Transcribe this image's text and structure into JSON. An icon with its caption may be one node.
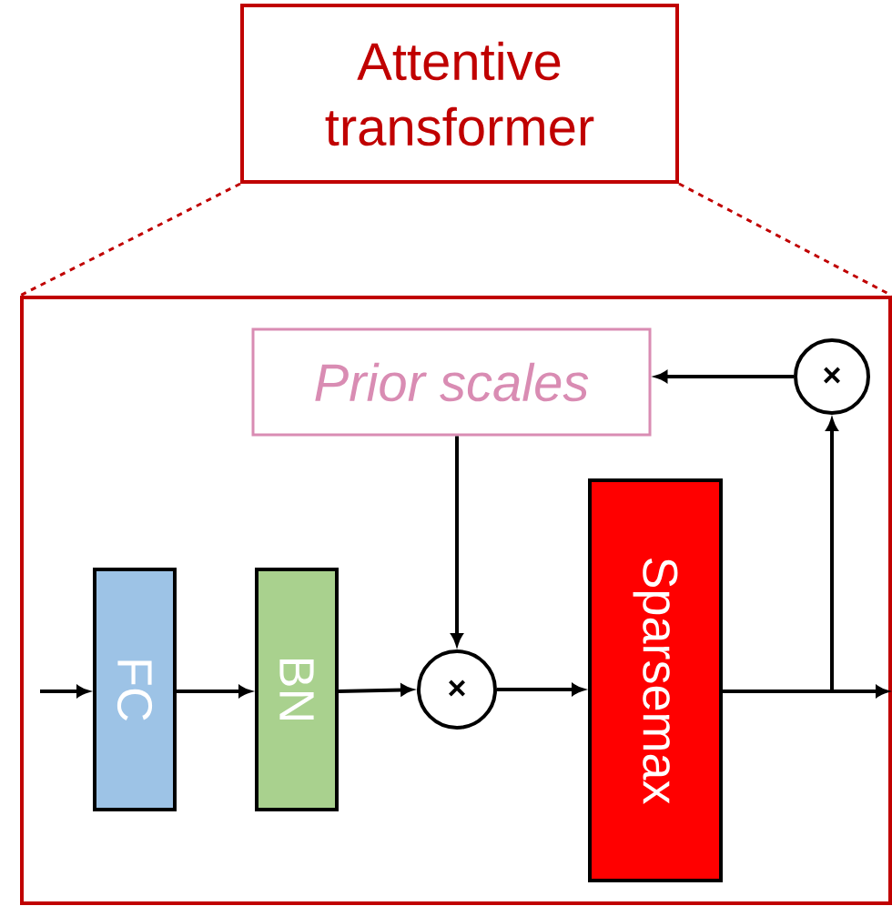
{
  "diagram": {
    "nodes": [
      {
        "text": [
          "Attentive transformer"
        ]
      },
      {
        "text": [],
        "shape": "box"
      },
      {
        "text": [
          "Prior scales"
        ],
        "in": 1
      },
      {
        "text": [
          "×"
        ],
        "in": 1
      },
      {
        "text": [
          "FC"
        ],
        "in": 1
      },
      {
        "text": [
          "BN"
        ],
        "in": 1
      },
      {
        "text": [
          "×"
        ],
        "in": 1
      },
      {
        "text": [
          "Sparsemax"
        ],
        "in": 1
      }
    ],
    "edges": [
      {
        "from": 0,
        "to": 1,
        "arrow": "none",
        "style": "dashed",
        "color": "#c00000"
      },
      {
        "from": 0,
        "to": 1,
        "arrow": "none",
        "style": "dashed",
        "color": "#c00000"
      },
      {
        "from": null,
        "to": 4,
        "arrow": "to"
      },
      {
        "from": 4,
        "to": 5,
        "arrow": "to"
      },
      {
        "from": 5,
        "to": 6,
        "arrow": "to"
      },
      {
        "from": 2,
        "to": 6,
        "arrow": "to"
      },
      {
        "from": 6,
        "to": 7,
        "arrow": "to"
      },
      {
        "from": 7,
        "to": null,
        "arrow": "to"
      },
      {
        "from": 7,
        "to": 3,
        "arrow": "to"
      },
      {
        "from": 3,
        "to": 2,
        "arrow": "to"
      }
    ]
  }
}
